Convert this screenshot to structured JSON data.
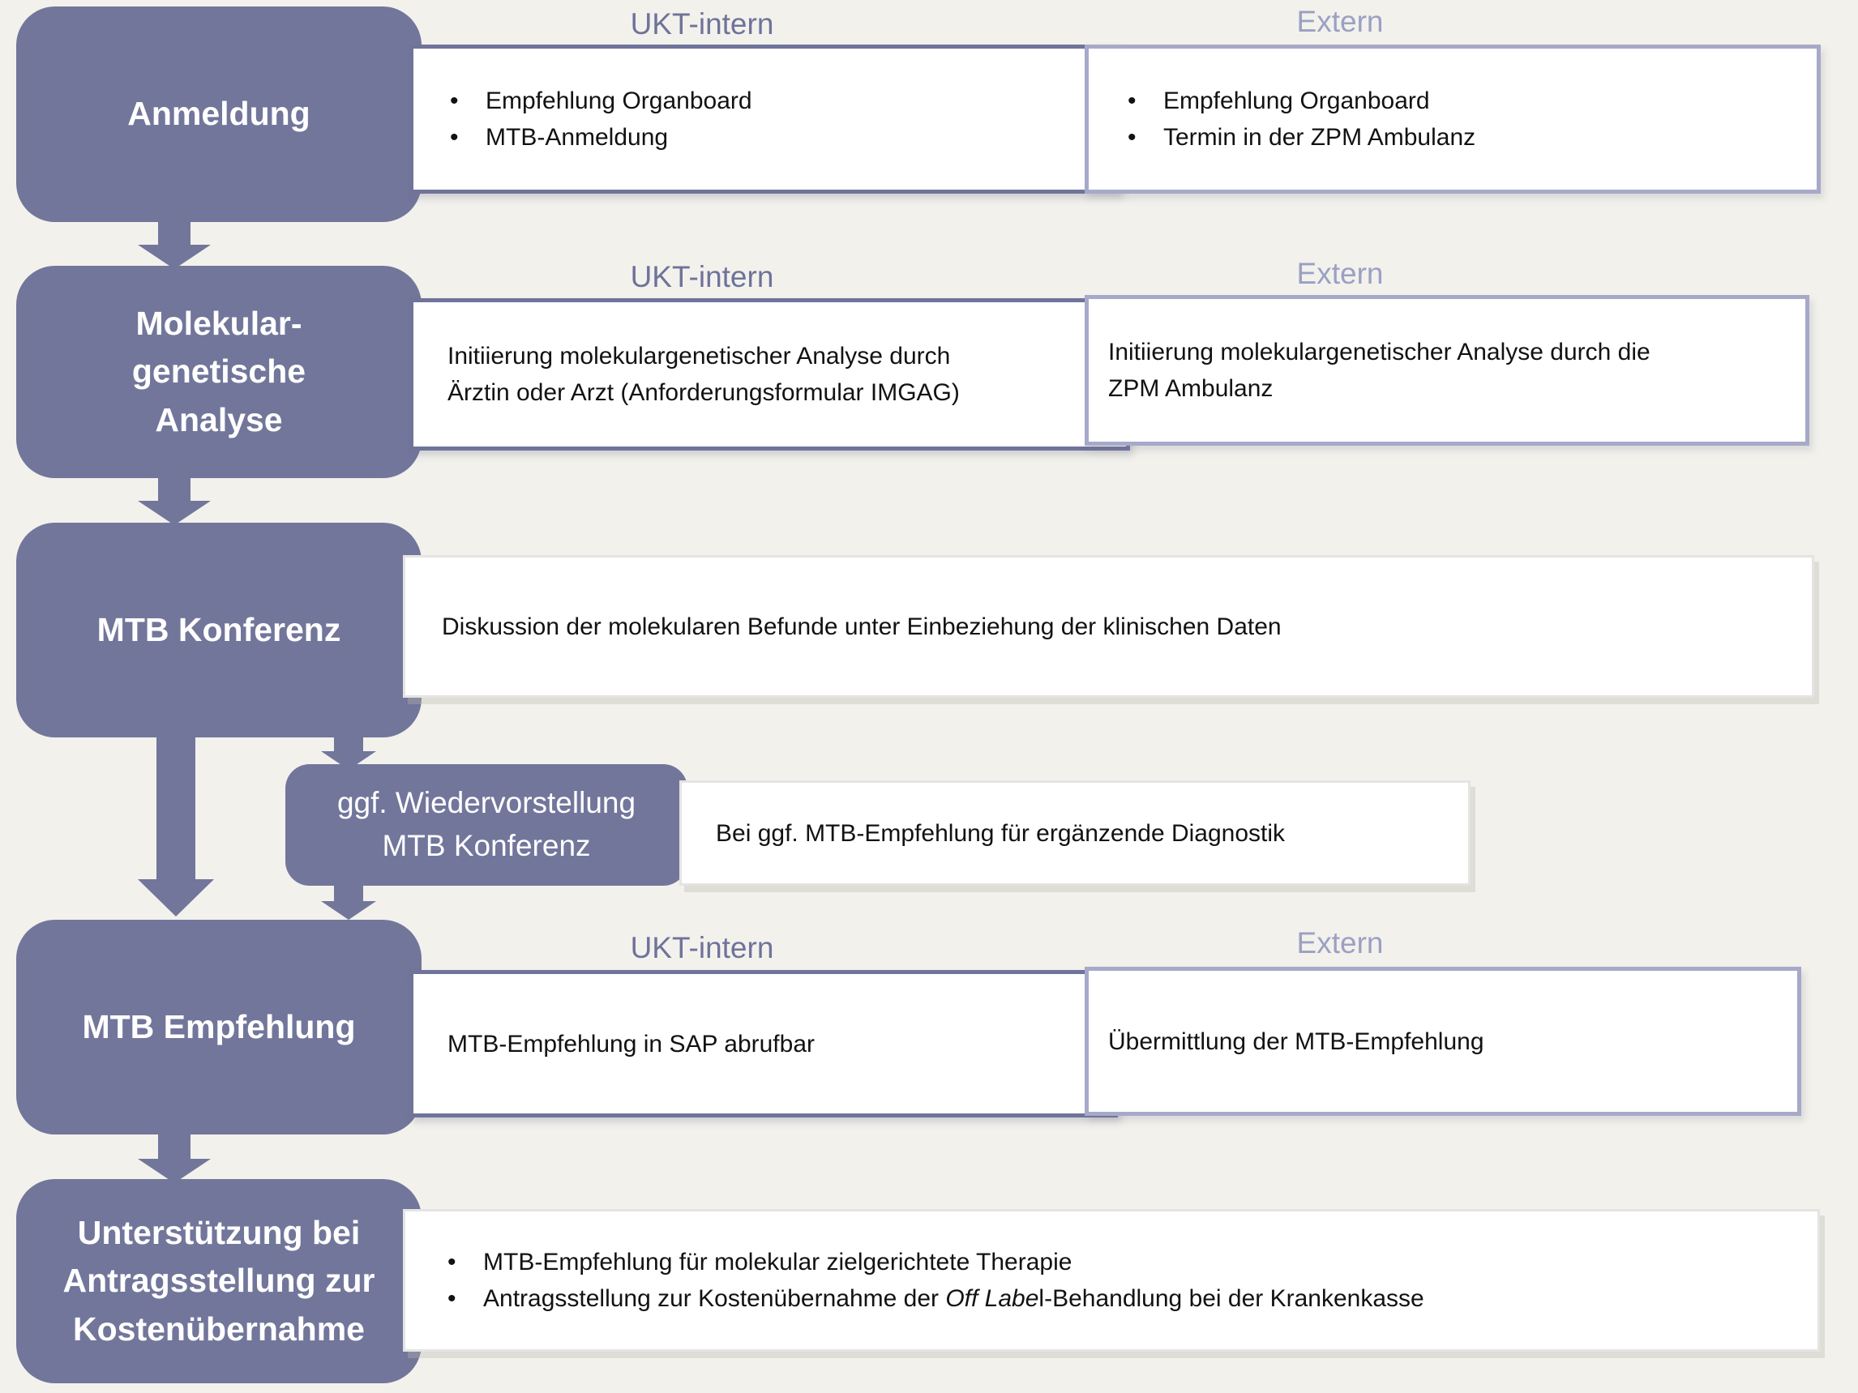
{
  "palette": {
    "background": "#F2F1EC",
    "stage_purple": "#72769B",
    "border_ukt_dark": "#70749B",
    "border_extern_light": "#A6A9C8",
    "border_wide_gray": "#E6E4E2",
    "label_ukt_color": "#6F739A",
    "label_extern_color": "#9BA0C3",
    "body_text": "#121212",
    "stage_text": "#FFFFFF"
  },
  "rows": {
    "row1": {
      "stage_title": "Anmeldung",
      "ukt_label": "UKT-intern",
      "extern_label": "Extern",
      "ukt_bullets": [
        "Empfehlung Organboard",
        "MTB-Anmeldung"
      ],
      "extern_bullets": [
        "Empfehlung Organboard",
        "Termin in der ZPM Ambulanz"
      ]
    },
    "row2": {
      "stage_title_lines": [
        "Molekular-",
        "genetische",
        "Analyse"
      ],
      "ukt_label": "UKT-intern",
      "extern_label": "Extern",
      "ukt_text_lines": [
        "Initiierung molekulargenetischer Analyse durch",
        "Ärztin oder Arzt (Anforderungsformular IMGAG)"
      ],
      "extern_text_lines": [
        "Initiierung molekulargenetischer Analyse durch die",
        "ZPM Ambulanz"
      ]
    },
    "row3": {
      "stage_title": "MTB Konferenz",
      "text": "Diskussion der molekularen Befunde unter Einbeziehung der klinischen Daten"
    },
    "row4": {
      "stage_title_lines": [
        "ggf. Wiedervorstellung",
        "MTB Konferenz"
      ],
      "text": "Bei ggf. MTB-Empfehlung für ergänzende Diagnostik"
    },
    "row5": {
      "stage_title": "MTB Empfehlung",
      "ukt_label": "UKT-intern",
      "extern_label": "Extern",
      "ukt_text": "MTB-Empfehlung in SAP abrufbar",
      "extern_text": "Übermittlung der MTB-Empfehlung"
    },
    "row6": {
      "stage_title_lines": [
        "Unterstützung bei",
        "Antragsstellung zur",
        "Kostenübernahme"
      ],
      "bullet1": "MTB-Empfehlung für molekular zielgerichtete Therapie",
      "bullet2_prefix": "Antragsstellung zur Kostenübernahme der ",
      "bullet2_italic": "Off Labe",
      "bullet2_suffix": "l-Behandlung bei der Krankenkasse"
    }
  }
}
